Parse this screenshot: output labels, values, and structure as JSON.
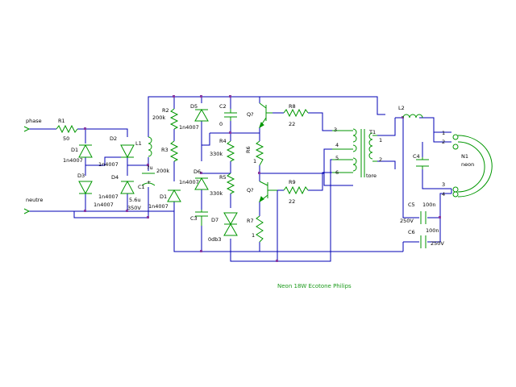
{
  "colors": {
    "wire": "#0000b4",
    "part": "#009600",
    "text": "#000000",
    "junction": "#8a3aa0",
    "title": "#1a9a1a"
  },
  "title": "Neon 18W Ecotone Philips",
  "terminals": {
    "phase": "phase",
    "neutral": "neutre"
  },
  "parts": {
    "r1": {
      "ref": "R1",
      "value": "50"
    },
    "d1": {
      "ref": "D1",
      "value": "1n4007"
    },
    "d2": {
      "ref": "D2",
      "value": "1n4007"
    },
    "d3": {
      "ref": "D3",
      "value": "1n4007"
    },
    "d4": {
      "ref": "D4",
      "value": "1n4007"
    },
    "l1": {
      "ref": "L1",
      "value": "?u"
    },
    "c1": {
      "ref": "C1",
      "value": "5.6u",
      "rating": "350V",
      "plus": "+"
    },
    "d1b": {
      "ref": "D1",
      "value": "1n4007"
    },
    "r2": {
      "ref": "R2",
      "value": "200k"
    },
    "r3": {
      "ref": "R3",
      "value": "200k"
    },
    "d5": {
      "ref": "D5",
      "value": "1n4007"
    },
    "d6": {
      "ref": "D6",
      "value": "1n4007"
    },
    "c2": {
      "ref": "C2",
      "value": "0"
    },
    "c3": {
      "ref": "C3",
      "value": ""
    },
    "d7": {
      "ref": "D7",
      "value": "0db3"
    },
    "r4": {
      "ref": "R4",
      "value": "330k"
    },
    "r5": {
      "ref": "R5",
      "value": "330k"
    },
    "r6": {
      "ref": "R6",
      "value": "1"
    },
    "r7": {
      "ref": "R7",
      "value": "1"
    },
    "q1": {
      "ref": "Q?"
    },
    "q2": {
      "ref": "Q?"
    },
    "r8": {
      "ref": "R8",
      "value": "22"
    },
    "r9": {
      "ref": "R9",
      "value": "22"
    },
    "t1": {
      "ref": "T1",
      "value": "tore",
      "pins": [
        "1",
        "2",
        "3",
        "4",
        "5",
        "6"
      ]
    },
    "l2": {
      "ref": "L2"
    },
    "c4": {
      "ref": "C4"
    },
    "c5": {
      "ref": "C5",
      "value": "100n",
      "rating": "250V"
    },
    "c6": {
      "ref": "C6",
      "value": "100n",
      "rating": "250V"
    },
    "n1": {
      "ref": "N1",
      "value": "neon",
      "pins": [
        "1",
        "2",
        "3",
        "4"
      ]
    }
  }
}
